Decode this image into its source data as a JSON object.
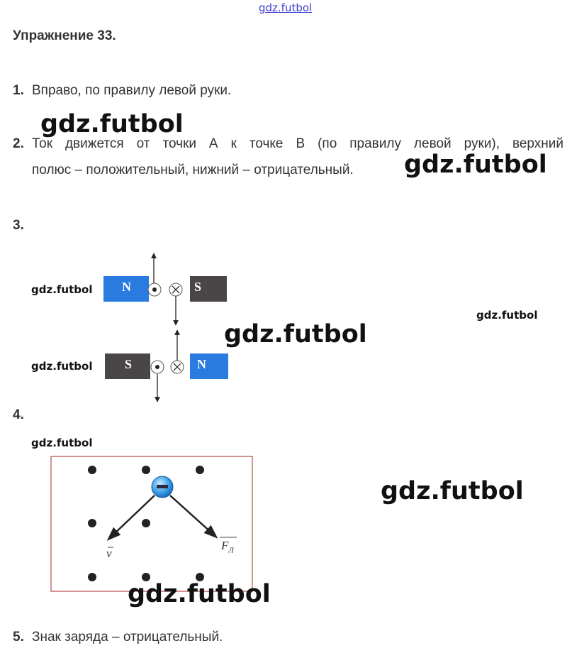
{
  "watermark": "gdz.futbol",
  "title": "Упражнение 33.",
  "items": [
    {
      "num": "1.",
      "text": "Вправо, по правилу левой руки."
    },
    {
      "num": "2.",
      "line1": "Ток движется от точки А к точке В (по правилу левой руки), верхний",
      "line2": "полюс – положительный, нижний – отрицательный."
    },
    {
      "num": "3."
    },
    {
      "num": "4."
    },
    {
      "num": "5.",
      "text": "Знак заряда – отрицательный."
    }
  ],
  "diagram3": {
    "top": {
      "left": "N",
      "right": "S"
    },
    "bottom": {
      "left": "S",
      "right": "N"
    },
    "north_color": "#2a7be0",
    "south_color": "#4a4546"
  },
  "diagram4": {
    "charge": "–",
    "velocity_label": "v",
    "force_label": "F",
    "force_subscript": "Л",
    "border_color": "#b84a4a"
  }
}
